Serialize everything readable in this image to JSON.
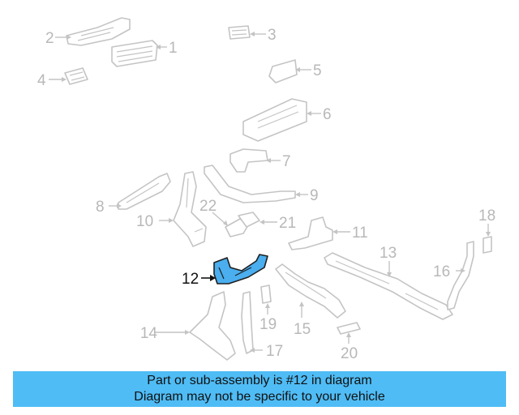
{
  "callouts": [
    "1",
    "2",
    "3",
    "4",
    "5",
    "6",
    "7",
    "8",
    "9",
    "10",
    "11",
    "12",
    "13",
    "14",
    "15",
    "16",
    "17",
    "18",
    "19",
    "20",
    "21",
    "22"
  ],
  "highlighted_part": "12",
  "colors": {
    "highlight_fill": "#4aaeef",
    "banner_bg": "#4fbcf5",
    "part_stroke": "#c4c4c4"
  },
  "banner": {
    "line1": "Part or sub-assembly is #12 in diagram",
    "line2": "Diagram may not be specific to your vehicle"
  }
}
